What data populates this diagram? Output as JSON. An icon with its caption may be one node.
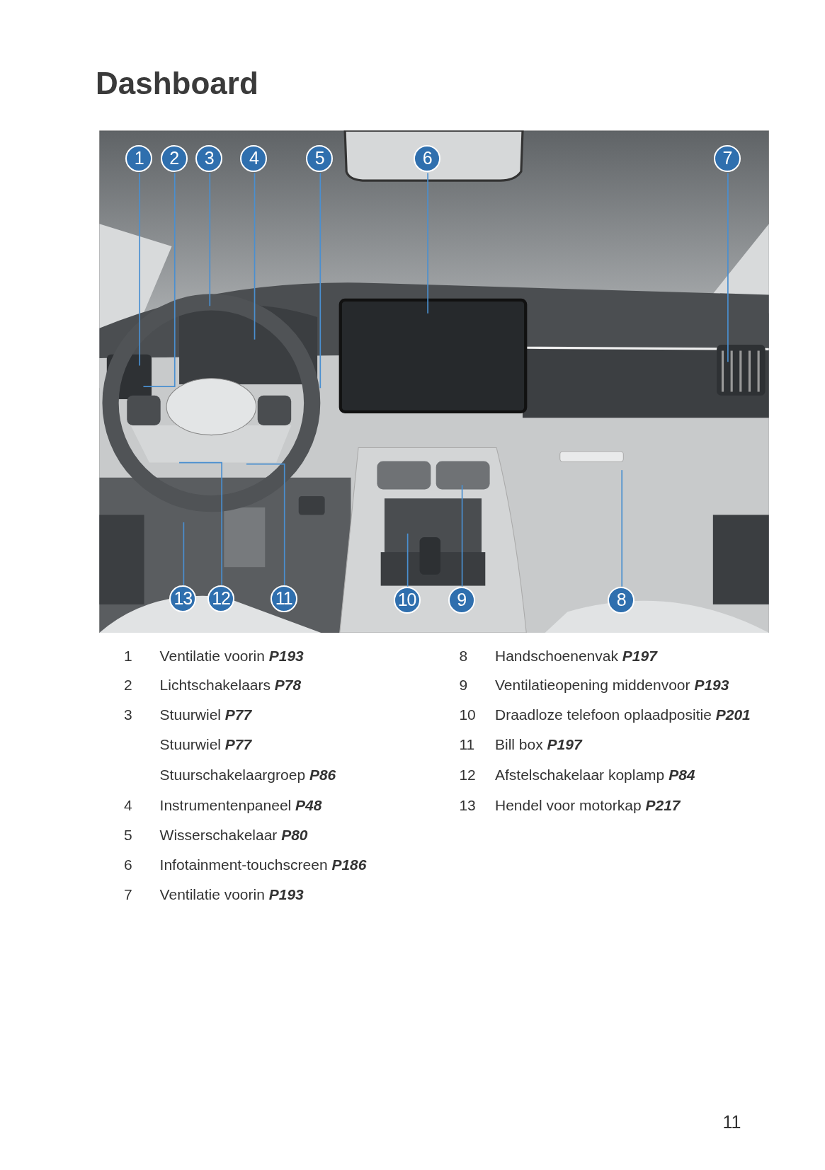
{
  "diagram": {
    "title": "Dashboard",
    "nodes": [
      {
        "text": [
          "1"
        ]
      },
      {
        "text": [
          "2"
        ]
      },
      {
        "text": [
          "3"
        ]
      },
      {
        "text": [
          "4"
        ]
      },
      {
        "text": [
          "5"
        ]
      },
      {
        "text": [
          "6"
        ]
      },
      {
        "text": [
          "7"
        ]
      },
      {
        "text": [
          "8"
        ]
      },
      {
        "text": [
          "9"
        ]
      },
      {
        "text": [
          "10"
        ]
      },
      {
        "text": [
          "11"
        ]
      },
      {
        "text": [
          "12"
        ]
      },
      {
        "text": [
          "13"
        ]
      }
    ],
    "edges": [
      {
        "from": 0,
        "to": null,
        "arrow": "none"
      },
      {
        "from": 1,
        "to": null,
        "arrow": "none"
      },
      {
        "from": 2,
        "to": null,
        "arrow": "none"
      },
      {
        "from": 3,
        "to": null,
        "arrow": "none"
      },
      {
        "from": 4,
        "to": null,
        "arrow": "none"
      },
      {
        "from": 5,
        "to": null,
        "arrow": "none"
      },
      {
        "from": 6,
        "to": null,
        "arrow": "none"
      },
      {
        "from": 7,
        "to": null,
        "arrow": "none"
      },
      {
        "from": 8,
        "to": null,
        "arrow": "none"
      },
      {
        "from": 9,
        "to": null,
        "arrow": "none"
      },
      {
        "from": 10,
        "to": null,
        "arrow": "none"
      },
      {
        "from": 11,
        "to": null,
        "arrow": "none"
      },
      {
        "from": 12,
        "to": null,
        "arrow": "none"
      }
    ],
    "labels": [
      "1",
      "Ventilatie voorin **P193**",
      "2",
      "Lichtschakelaars **P78**",
      "3",
      "Stuurwiel **P77**",
      "Stuurwiel **P77**",
      "Stuurschakelaargroep **P86**",
      "4",
      "Instrumentenpaneel **P48**",
      "5",
      "Wisserschakelaar **P80**",
      "6",
      "Infotainment-touchscreen **P186**",
      "7",
      "Ventilatie voorin **P193**",
      "8",
      "Handschoenenvak **P197**",
      "9",
      "Ventilatieopening middenvoor **P193**",
      "10",
      "Draadloze telefoon oplaadpositie **P201**",
      "11",
      "Bill box **P197**",
      "12",
      "Afstelschakelaar koplamp **P84**",
      "13",
      "Hendel voor motorkap **P217**",
      "11"
    ]
  }
}
